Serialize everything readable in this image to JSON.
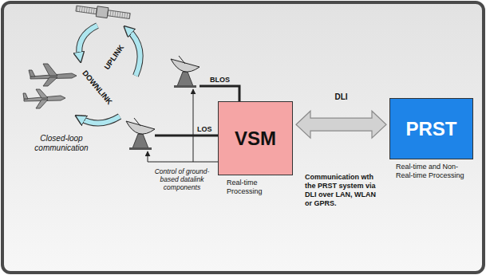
{
  "diagram": {
    "nodes": [
      {
        "text": [
          "VSM",
          "Real-time Processing"
        ]
      },
      {
        "text": [
          "PRST",
          "Real-time and Non-Real-time Processing"
        ]
      }
    ],
    "edges": [
      {
        "from": 0,
        "to": 1,
        "arrow": "both",
        "label": "DLI"
      }
    ],
    "labels": [
      "UPLINK",
      "DOWNLINK",
      "Closed-loop communication",
      "BLOS",
      "LOS",
      "Control of ground-based datalink components",
      "Communication wth the PRST system via DLI over LAN, WLAN or GPRS."
    ]
  }
}
